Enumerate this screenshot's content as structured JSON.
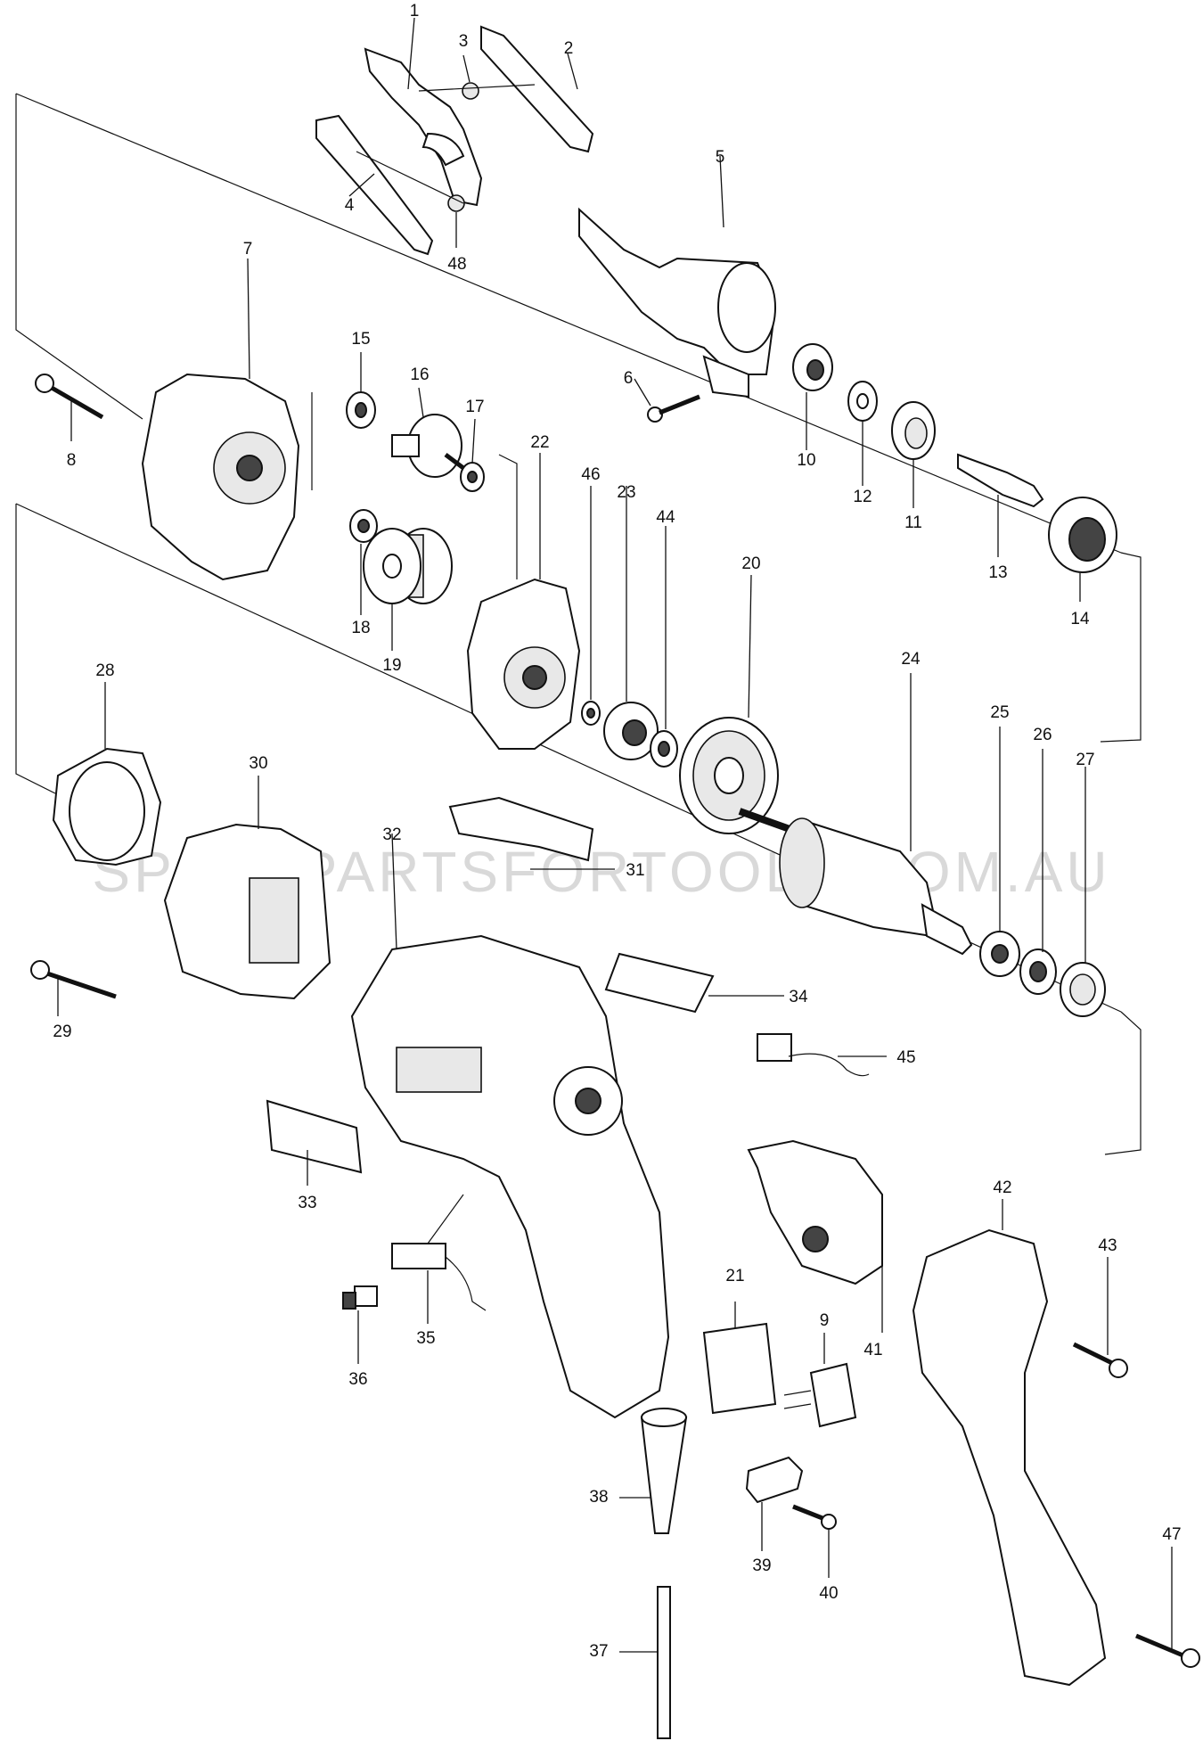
{
  "watermark": "SPAREPARTSFORTOOLS.COM.AU",
  "parts": {
    "p1": "1",
    "p2": "2",
    "p3": "3",
    "p4": "4",
    "p5": "5",
    "p6": "6",
    "p7": "7",
    "p8": "8",
    "p9": "9",
    "p10": "10",
    "p11": "11",
    "p12": "12",
    "p13": "13",
    "p14": "14",
    "p15": "15",
    "p16": "16",
    "p17": "17",
    "p18": "18",
    "p19": "19",
    "p20": "20",
    "p21": "21",
    "p22": "22",
    "p23": "23",
    "p24": "24",
    "p25": "25",
    "p26": "26",
    "p27": "27",
    "p28": "28",
    "p29": "29",
    "p30": "30",
    "p31": "31",
    "p32": "32",
    "p33": "33",
    "p34": "34",
    "p35": "35",
    "p36": "36",
    "p37": "37",
    "p38": "38",
    "p39": "39",
    "p40": "40",
    "p41": "41",
    "p42": "42",
    "p43": "43",
    "p44": "44",
    "p45": "45",
    "p46": "46",
    "p47": "47",
    "p48": "48"
  }
}
